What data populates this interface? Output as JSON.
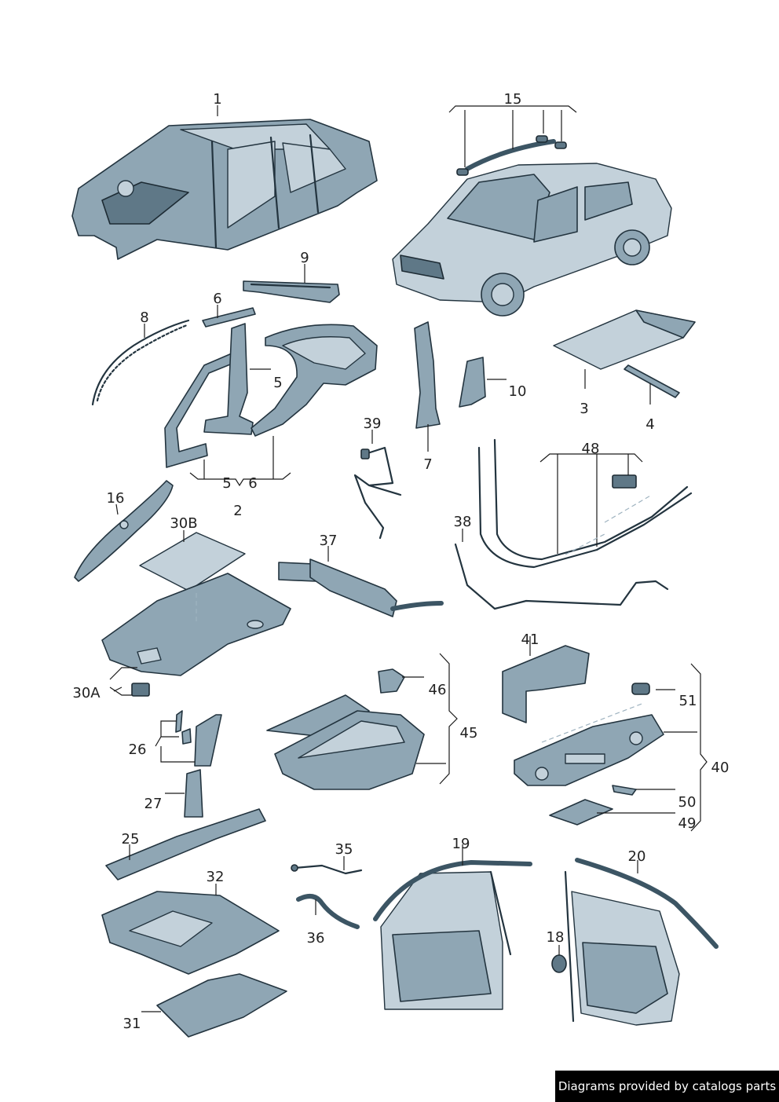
{
  "callouts": {
    "c1": "1",
    "c15": "15",
    "c9": "9",
    "c6": "6",
    "c8": "8",
    "c5a": "5",
    "c10": "10",
    "c3": "3",
    "c4": "4",
    "c39": "39",
    "c7": "7",
    "c48": "48",
    "c5b": "5",
    "c6b": "6",
    "c2": "2",
    "c16": "16",
    "c30b": "30B",
    "c37": "37",
    "c38": "38",
    "c41": "41",
    "c46": "46",
    "c45": "45",
    "c51": "51",
    "c30a": "30A",
    "c26": "26",
    "c40": "40",
    "c27": "27",
    "c50": "50",
    "c49": "49",
    "c25": "25",
    "c35": "35",
    "c19": "19",
    "c20": "20",
    "c32": "32",
    "c18": "18",
    "c36": "36",
    "c31": "31"
  },
  "credit": "Diagrams provided by catalogs parts"
}
